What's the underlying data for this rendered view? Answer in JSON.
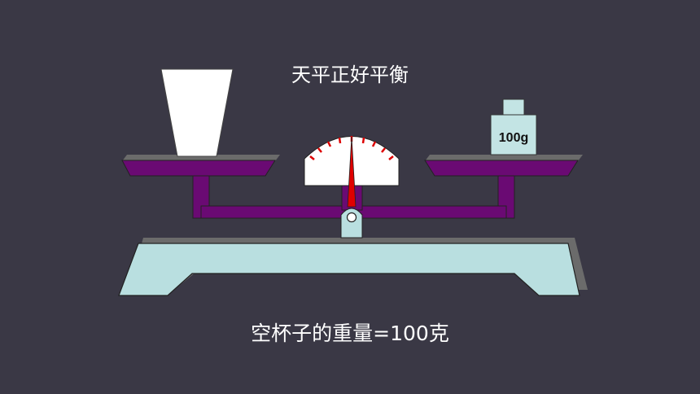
{
  "title": "天平正好平衡",
  "result": "空杯子的重量=100克",
  "weight_label": "100g",
  "colors": {
    "background": "#3a3845",
    "beam": "#6a0a73",
    "base": "#b9dfe0",
    "shadow": "#6b6b6b",
    "needle": "#e00000",
    "dial_face": "#ffffff",
    "tick": "#dd0000"
  }
}
